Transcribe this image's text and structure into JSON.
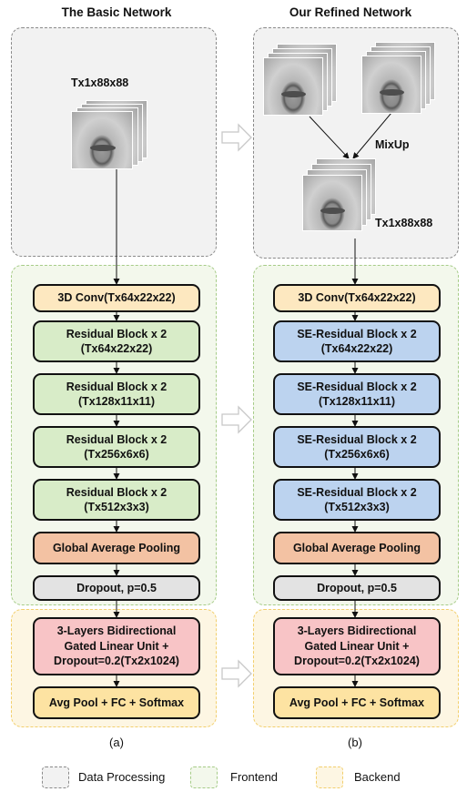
{
  "headers": {
    "left": "The Basic Network",
    "right": "Our Refined Network"
  },
  "input_labels": {
    "left": "Tx1x88x88",
    "right": "Tx1x88x88",
    "mixup": "MixUp"
  },
  "basic_network": {
    "conv": "3D Conv(Tx64x22x22)",
    "res1": {
      "line1": "Residual Block x 2",
      "line2": "(Tx64x22x22)"
    },
    "res2": {
      "line1": "Residual Block x 2",
      "line2": "(Tx128x11x11)"
    },
    "res3": {
      "line1": "Residual Block x 2",
      "line2": "(Tx256x6x6)"
    },
    "res4": {
      "line1": "Residual Block x 2",
      "line2": "(Tx512x3x3)"
    },
    "gap": "Global Average Pooling",
    "dropout": "Dropout, p=0.5",
    "glu": {
      "line1": "3-Layers Bidirectional",
      "line2": "Gated Linear Unit  +",
      "line3": "Dropout=0.2(Tx2x1024)"
    },
    "head": "Avg Pool + FC + Softmax"
  },
  "refined_network": {
    "conv": "3D Conv(Tx64x22x22)",
    "res1": {
      "line1": "SE-Residual Block x 2",
      "line2": "(Tx64x22x22)"
    },
    "res2": {
      "line1": "SE-Residual Block x 2",
      "line2": "(Tx128x11x11)"
    },
    "res3": {
      "line1": "SE-Residual Block x 2",
      "line2": "(Tx256x6x6)"
    },
    "res4": {
      "line1": "SE-Residual Block x 2",
      "line2": "(Tx512x3x3)"
    },
    "gap": "Global Average Pooling",
    "dropout": "Dropout, p=0.5",
    "glu": {
      "line1": "3-Layers Bidirectional",
      "line2": "Gated Linear Unit  +",
      "line3": "Dropout=0.2(Tx2x1024)"
    },
    "head": "Avg Pool + FC + Softmax"
  },
  "captions": {
    "left": "(a)",
    "right": "(b)"
  },
  "legend": {
    "data_processing": "Data Processing",
    "frontend": "Frontend",
    "backend": "Backend",
    "colors": {
      "data_processing": "#8a8a8a",
      "frontend": "#a6cc88",
      "backend": "#f2cf6d"
    }
  }
}
